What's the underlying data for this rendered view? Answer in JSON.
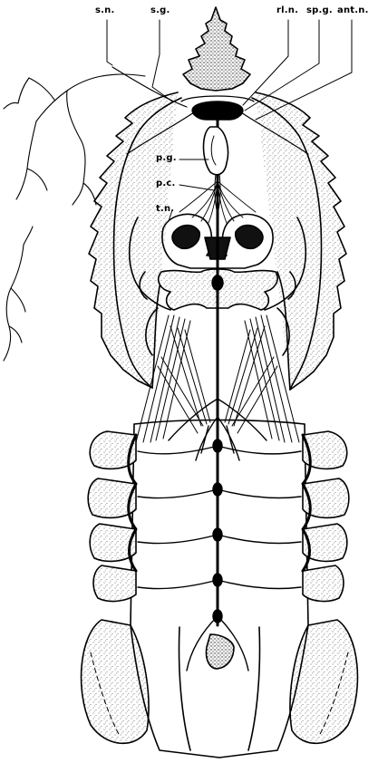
{
  "figure": {
    "labels": {
      "sn": "s.n.",
      "sg": "s.g.",
      "rln": "rl.n.",
      "spg": "sp.g.",
      "antn": "ant.n.",
      "pg": "p.g.",
      "pc": "p.c.",
      "tn": "t.n."
    },
    "colors": {
      "ink": "#000000",
      "paper": "#ffffff",
      "stipple": "#6b6b6b"
    }
  }
}
